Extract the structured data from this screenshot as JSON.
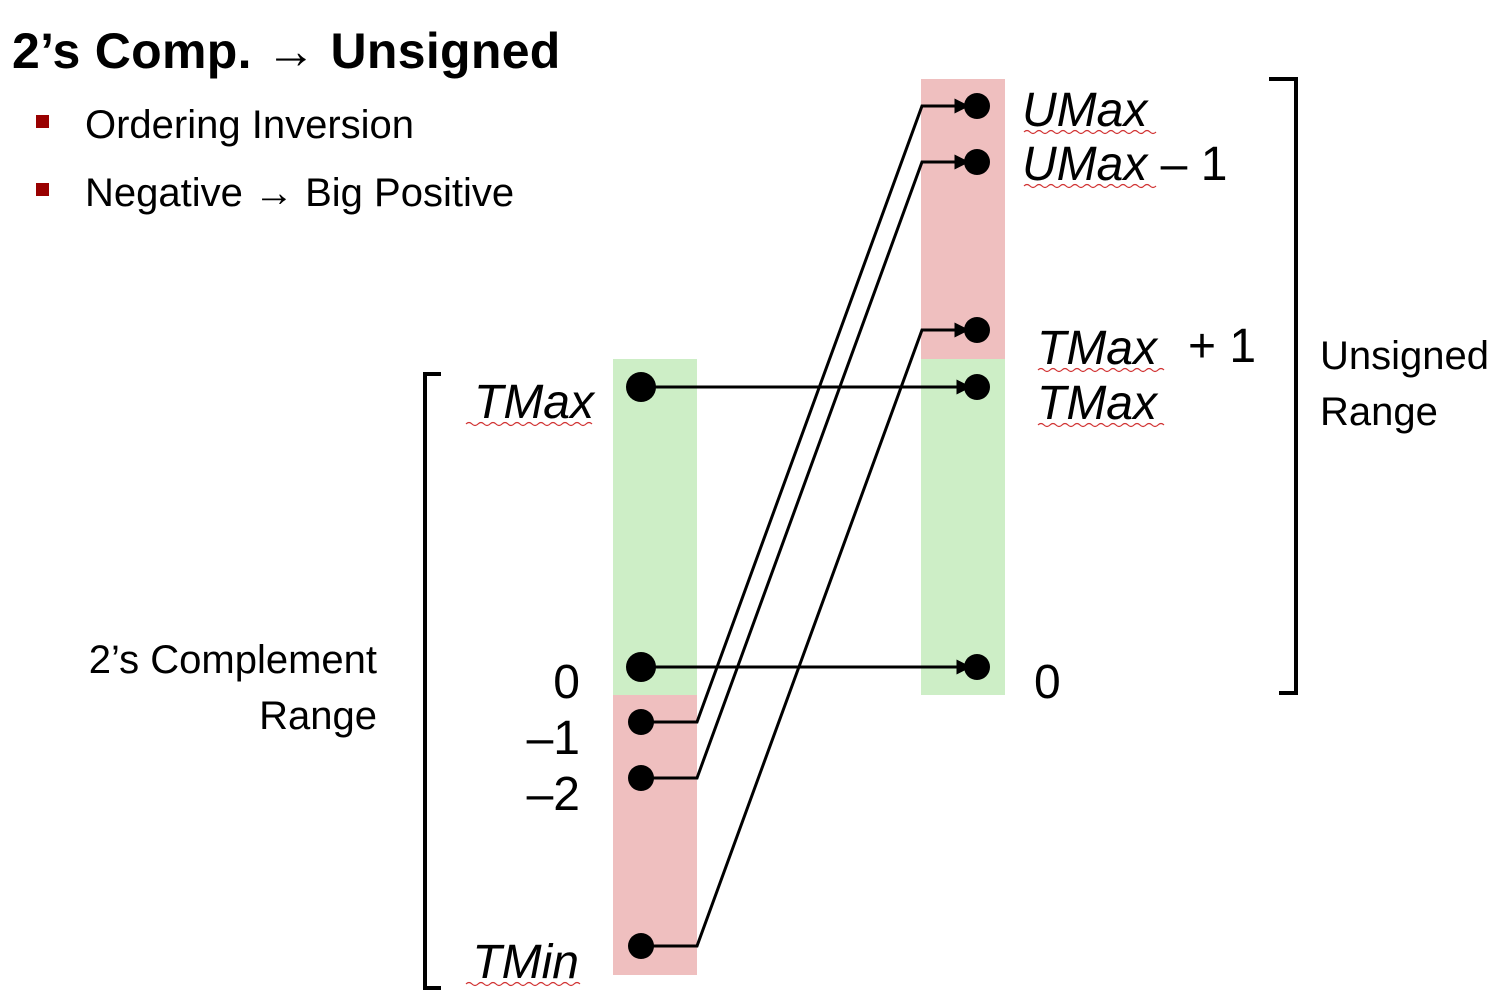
{
  "title": "2’s Comp. → Unsigned",
  "bullets": [
    "Ordering Inversion",
    "Negative → Big Positive"
  ],
  "twos_complement": {
    "range_label_line1": "2’s Complement",
    "range_label_line2": "Range",
    "values": {
      "tmax": "TMax",
      "zero": "0",
      "neg_one": "–1",
      "neg_two": "–2",
      "tmin": "TMin"
    }
  },
  "unsigned": {
    "range_label_line1": "Unsigned",
    "range_label_line2": "Range",
    "values": {
      "umax": "UMax",
      "umax_minus_one_name": "UMax",
      "umax_minus_one_suffix": " – 1",
      "tmax_plus_one_name": "TMax",
      "tmax_plus_one_suffix": "+ 1",
      "tmax": "TMax",
      "zero": "0"
    }
  },
  "colors": {
    "nonnegative_band": "#cdeec6",
    "negative_band": "#efbfbf",
    "bullet_square": "#990000",
    "spellcheck_underline": "#d03030"
  },
  "mappings": [
    {
      "from": "TMax",
      "to": "TMax"
    },
    {
      "from": "0",
      "to": "0"
    },
    {
      "from": "–1",
      "to": "UMax"
    },
    {
      "from": "–2",
      "to": "UMax – 1"
    },
    {
      "from": "TMin",
      "to": "TMax + 1"
    }
  ]
}
